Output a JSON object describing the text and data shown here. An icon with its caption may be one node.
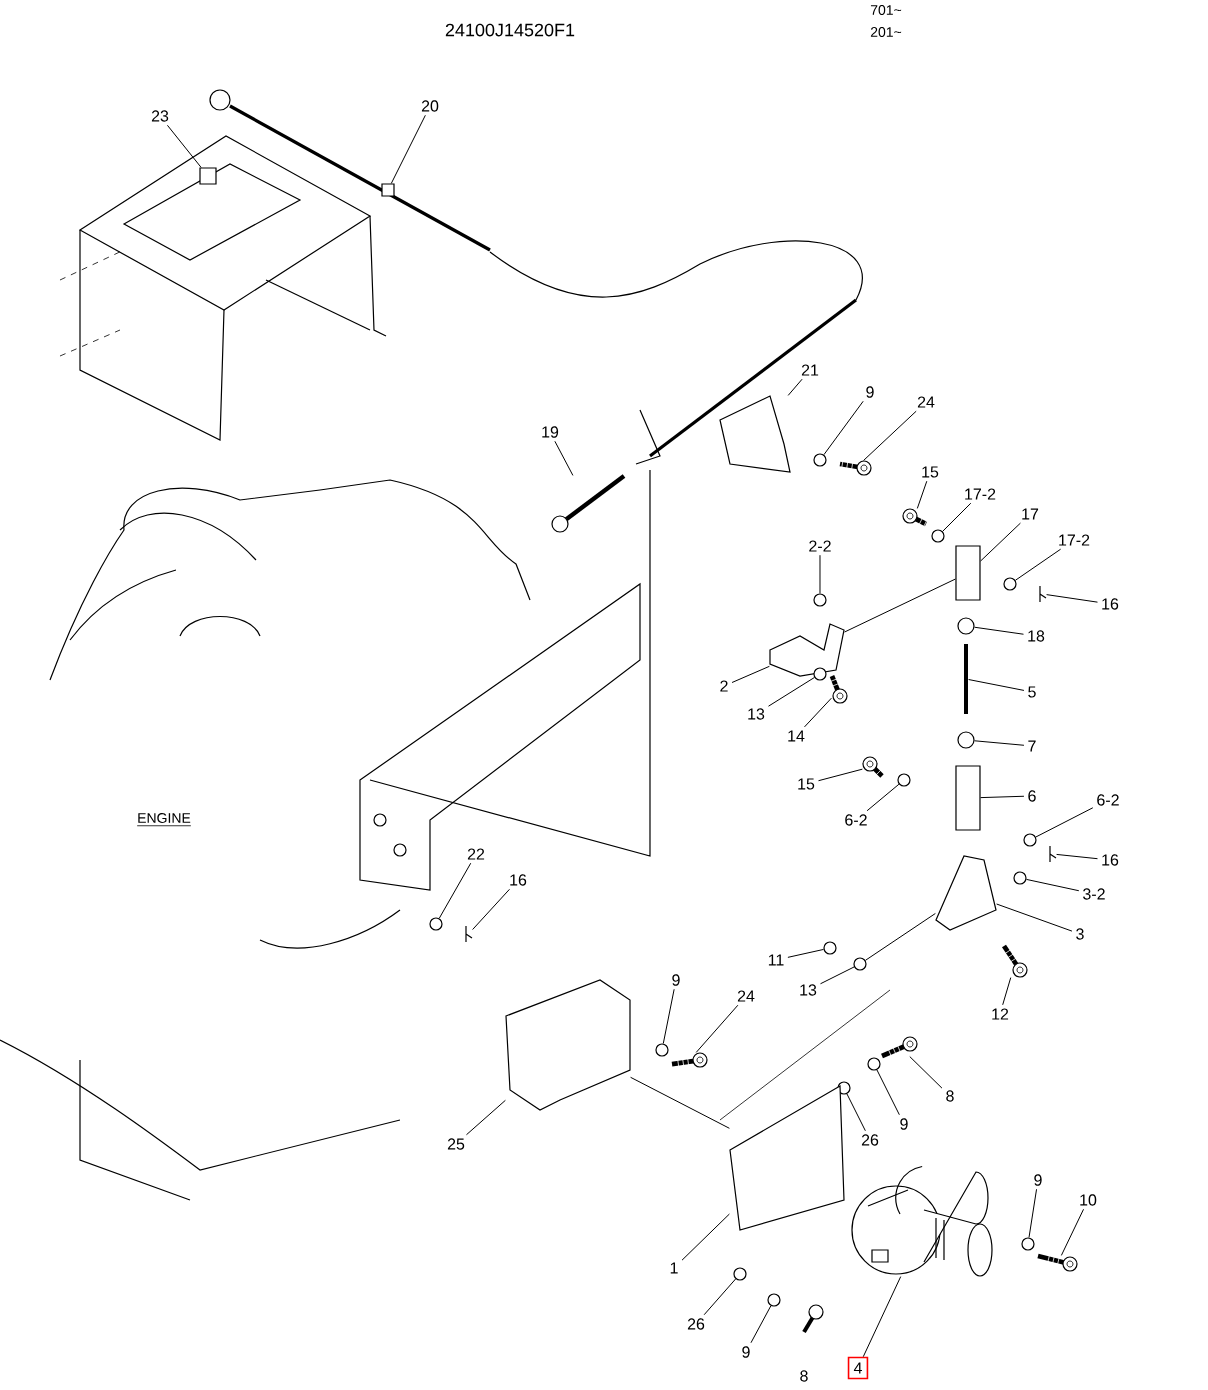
{
  "diagram": {
    "nodes": [
      {
        "text": [
          "23"
        ]
      },
      {
        "text": [
          "20"
        ]
      },
      {
        "text": [
          "21"
        ]
      },
      {
        "text": [
          "9"
        ]
      },
      {
        "text": [
          "24"
        ]
      },
      {
        "text": [
          "19"
        ]
      },
      {
        "text": [
          "15"
        ]
      },
      {
        "text": [
          "17-2"
        ]
      },
      {
        "text": [
          "17"
        ]
      },
      {
        "text": [
          "17-2"
        ]
      },
      {
        "text": [
          "16"
        ]
      },
      {
        "text": [
          "2-2"
        ]
      },
      {
        "text": [
          "18"
        ]
      },
      {
        "text": [
          "2"
        ]
      },
      {
        "text": [
          "13"
        ]
      },
      {
        "text": [
          "5"
        ]
      },
      {
        "text": [
          "14"
        ]
      },
      {
        "text": [
          "7"
        ]
      },
      {
        "text": [
          "15"
        ]
      },
      {
        "text": [
          "6"
        ]
      },
      {
        "text": [
          "6-2"
        ]
      },
      {
        "text": [
          "6-2"
        ]
      },
      {
        "text": [
          "16"
        ]
      },
      {
        "text": [
          "3-2"
        ]
      },
      {
        "text": [
          "22"
        ]
      },
      {
        "text": [
          "16"
        ]
      },
      {
        "text": [
          "3"
        ]
      },
      {
        "text": [
          "11"
        ]
      },
      {
        "text": [
          "13"
        ]
      },
      {
        "text": [
          "12"
        ]
      },
      {
        "text": [
          "9"
        ]
      },
      {
        "text": [
          "24"
        ]
      },
      {
        "text": [
          "8"
        ]
      },
      {
        "text": [
          "9"
        ]
      },
      {
        "text": [
          "26"
        ]
      },
      {
        "text": [
          "25"
        ]
      },
      {
        "text": [
          "9"
        ]
      },
      {
        "text": [
          "10"
        ]
      },
      {
        "text": [
          "1"
        ]
      },
      {
        "text": [
          "26"
        ]
      },
      {
        "text": [
          "9"
        ]
      },
      {
        "text": [
          "8"
        ]
      },
      {
        "text": [
          "4"
        ]
      },
      {
        "text": [],
        "shape": "box"
      },
      {
        "text": [],
        "shape": "box"
      },
      {
        "text": [],
        "shape": "picture"
      },
      {
        "text": [],
        "shape": "circle"
      },
      {
        "text": [],
        "shape": "picture"
      },
      {
        "text": [],
        "shape": "picture"
      },
      {
        "text": [],
        "shape": "picture"
      },
      {
        "text": [],
        "shape": "circle"
      },
      {
        "text": [],
        "shape": "box"
      },
      {
        "text": [],
        "shape": "circle"
      },
      {
        "text": [],
        "shape": "picture"
      },
      {
        "text": [],
        "shape": "circle"
      },
      {
        "text": [],
        "shape": "circle"
      },
      {
        "text": [],
        "shape": "picture"
      },
      {
        "text": [],
        "shape": "circle"
      },
      {
        "text": [],
        "shape": "bar"
      },
      {
        "text": [],
        "shape": "picture"
      },
      {
        "text": [],
        "shape": "circle"
      },
      {
        "text": [],
        "shape": "picture"
      },
      {
        "text": [],
        "shape": "box"
      },
      {
        "text": [],
        "shape": "circle"
      },
      {
        "text": [],
        "shape": "circle"
      },
      {
        "text": [],
        "shape": "picture"
      },
      {
        "text": [],
        "shape": "circle"
      },
      {
        "text": [],
        "shape": "circle"
      },
      {
        "text": [],
        "shape": "picture"
      },
      {
        "text": [],
        "shape": "picture"
      },
      {
        "text": [],
        "shape": "circle"
      },
      {
        "text": [],
        "shape": "circle"
      },
      {
        "text": [],
        "shape": "picture"
      },
      {
        "text": [],
        "shape": "circle"
      },
      {
        "text": [],
        "shape": "picture"
      },
      {
        "text": [],
        "shape": "picture"
      },
      {
        "text": [],
        "shape": "circle"
      },
      {
        "text": [],
        "shape": "circle"
      },
      {
        "text": [],
        "shape": "picture"
      },
      {
        "text": [],
        "shape": "circle"
      },
      {
        "text": [],
        "shape": "picture"
      },
      {
        "text": [],
        "shape": "picture"
      },
      {
        "text": [],
        "shape": "circle"
      },
      {
        "text": [],
        "shape": "circle"
      },
      {
        "text": [],
        "shape": "picture"
      }
    ],
    "edges": [
      {
        "from": 0,
        "to": 43,
        "arrow": "none"
      },
      {
        "from": 1,
        "to": 44,
        "arrow": "none"
      },
      {
        "from": 2,
        "to": 45,
        "arrow": "none"
      },
      {
        "from": 3,
        "to": 46,
        "arrow": "none"
      },
      {
        "from": 4,
        "to": 47,
        "arrow": "none"
      },
      {
        "from": 5,
        "to": 48,
        "arrow": "none"
      },
      {
        "from": 6,
        "to": 49,
        "arrow": "none"
      },
      {
        "from": 7,
        "to": 50,
        "arrow": "none"
      },
      {
        "from": 8,
        "to": 51,
        "arrow": "none"
      },
      {
        "from": 9,
        "to": 52,
        "arrow": "none"
      },
      {
        "from": 10,
        "to": 53,
        "arrow": "none"
      },
      {
        "from": 11,
        "to": 54,
        "arrow": "none"
      },
      {
        "from": 12,
        "to": 55,
        "arrow": "none"
      },
      {
        "from": 13,
        "to": 56,
        "arrow": "none"
      },
      {
        "from": 14,
        "to": 57,
        "arrow": "none"
      },
      {
        "from": 15,
        "to": 58,
        "arrow": "none"
      },
      {
        "from": 16,
        "to": 59,
        "arrow": "none"
      },
      {
        "from": 17,
        "to": 60,
        "arrow": "none"
      },
      {
        "from": 18,
        "to": 61,
        "arrow": "none"
      },
      {
        "from": 19,
        "to": 62,
        "arrow": "none"
      },
      {
        "from": 20,
        "to": 63,
        "arrow": "none"
      },
      {
        "from": 21,
        "to": 64,
        "arrow": "none"
      },
      {
        "from": 22,
        "to": 65,
        "arrow": "none"
      },
      {
        "from": 23,
        "to": 66,
        "arrow": "none"
      },
      {
        "from": 24,
        "to": 67,
        "arrow": "none"
      },
      {
        "from": 25,
        "to": 68,
        "arrow": "none"
      },
      {
        "from": 26,
        "to": 69,
        "arrow": "none"
      },
      {
        "from": 27,
        "to": 70,
        "arrow": "none"
      },
      {
        "from": 28,
        "to": 71,
        "arrow": "none"
      },
      {
        "from": 29,
        "to": 72,
        "arrow": "none"
      },
      {
        "from": 30,
        "to": 73,
        "arrow": "none"
      },
      {
        "from": 31,
        "to": 74,
        "arrow": "none"
      },
      {
        "from": 32,
        "to": 75,
        "arrow": "none"
      },
      {
        "from": 33,
        "to": 76,
        "arrow": "none"
      },
      {
        "from": 34,
        "to": 77,
        "arrow": "none"
      },
      {
        "from": 35,
        "to": 78,
        "arrow": "none"
      },
      {
        "from": 36,
        "to": 79,
        "arrow": "none"
      },
      {
        "from": 37,
        "to": 80,
        "arrow": "none"
      },
      {
        "from": 38,
        "to": 81,
        "arrow": "none"
      },
      {
        "from": 39,
        "to": 82,
        "arrow": "none"
      },
      {
        "from": 40,
        "to": 83,
        "arrow": "none"
      },
      {
        "from": 42,
        "to": 84,
        "arrow": "none"
      },
      {
        "from": 56,
        "to": 51,
        "arrow": "none"
      },
      {
        "from": 69,
        "to": 71,
        "arrow": "none"
      },
      {
        "from": 78,
        "to": 81,
        "arrow": "none"
      }
    ],
    "labels": [
      "24100J14520F1",
      "701~",
      "201~",
      "ENGINE"
    ]
  }
}
